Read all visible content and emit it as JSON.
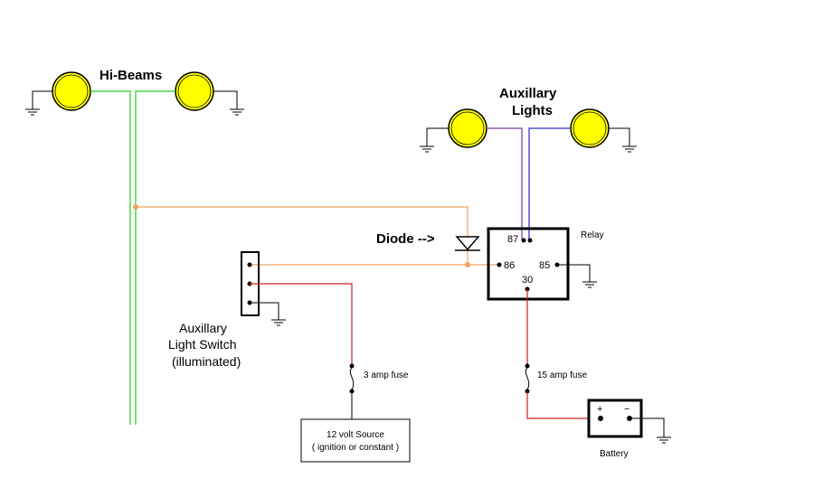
{
  "labels": {
    "hi_beams": "Hi-Beams",
    "aux_lights_1": "Auxillary",
    "aux_lights_2": "Lights",
    "diode": "Diode -->",
    "relay": "Relay",
    "pin_87": "87",
    "pin_86": "86",
    "pin_85": "85",
    "pin_30": "30",
    "switch_1": "Auxillary",
    "switch_2": "Light Switch",
    "switch_3": "(illuminated)",
    "fuse_3": "3 amp fuse",
    "fuse_15": "15 amp fuse",
    "source_1": "12 volt Source",
    "source_2": "( ignition or constant )",
    "battery": "Battery",
    "plus": "+",
    "minus": "−"
  },
  "colors": {
    "hi_beam_wire": "#22cc22",
    "trigger_wire": "#f0a060",
    "power_wire": "#cc2222",
    "aux_wire_left": "#9060b0",
    "aux_wire_right": "#5050d0",
    "lamp_fill": "#ffff00"
  }
}
